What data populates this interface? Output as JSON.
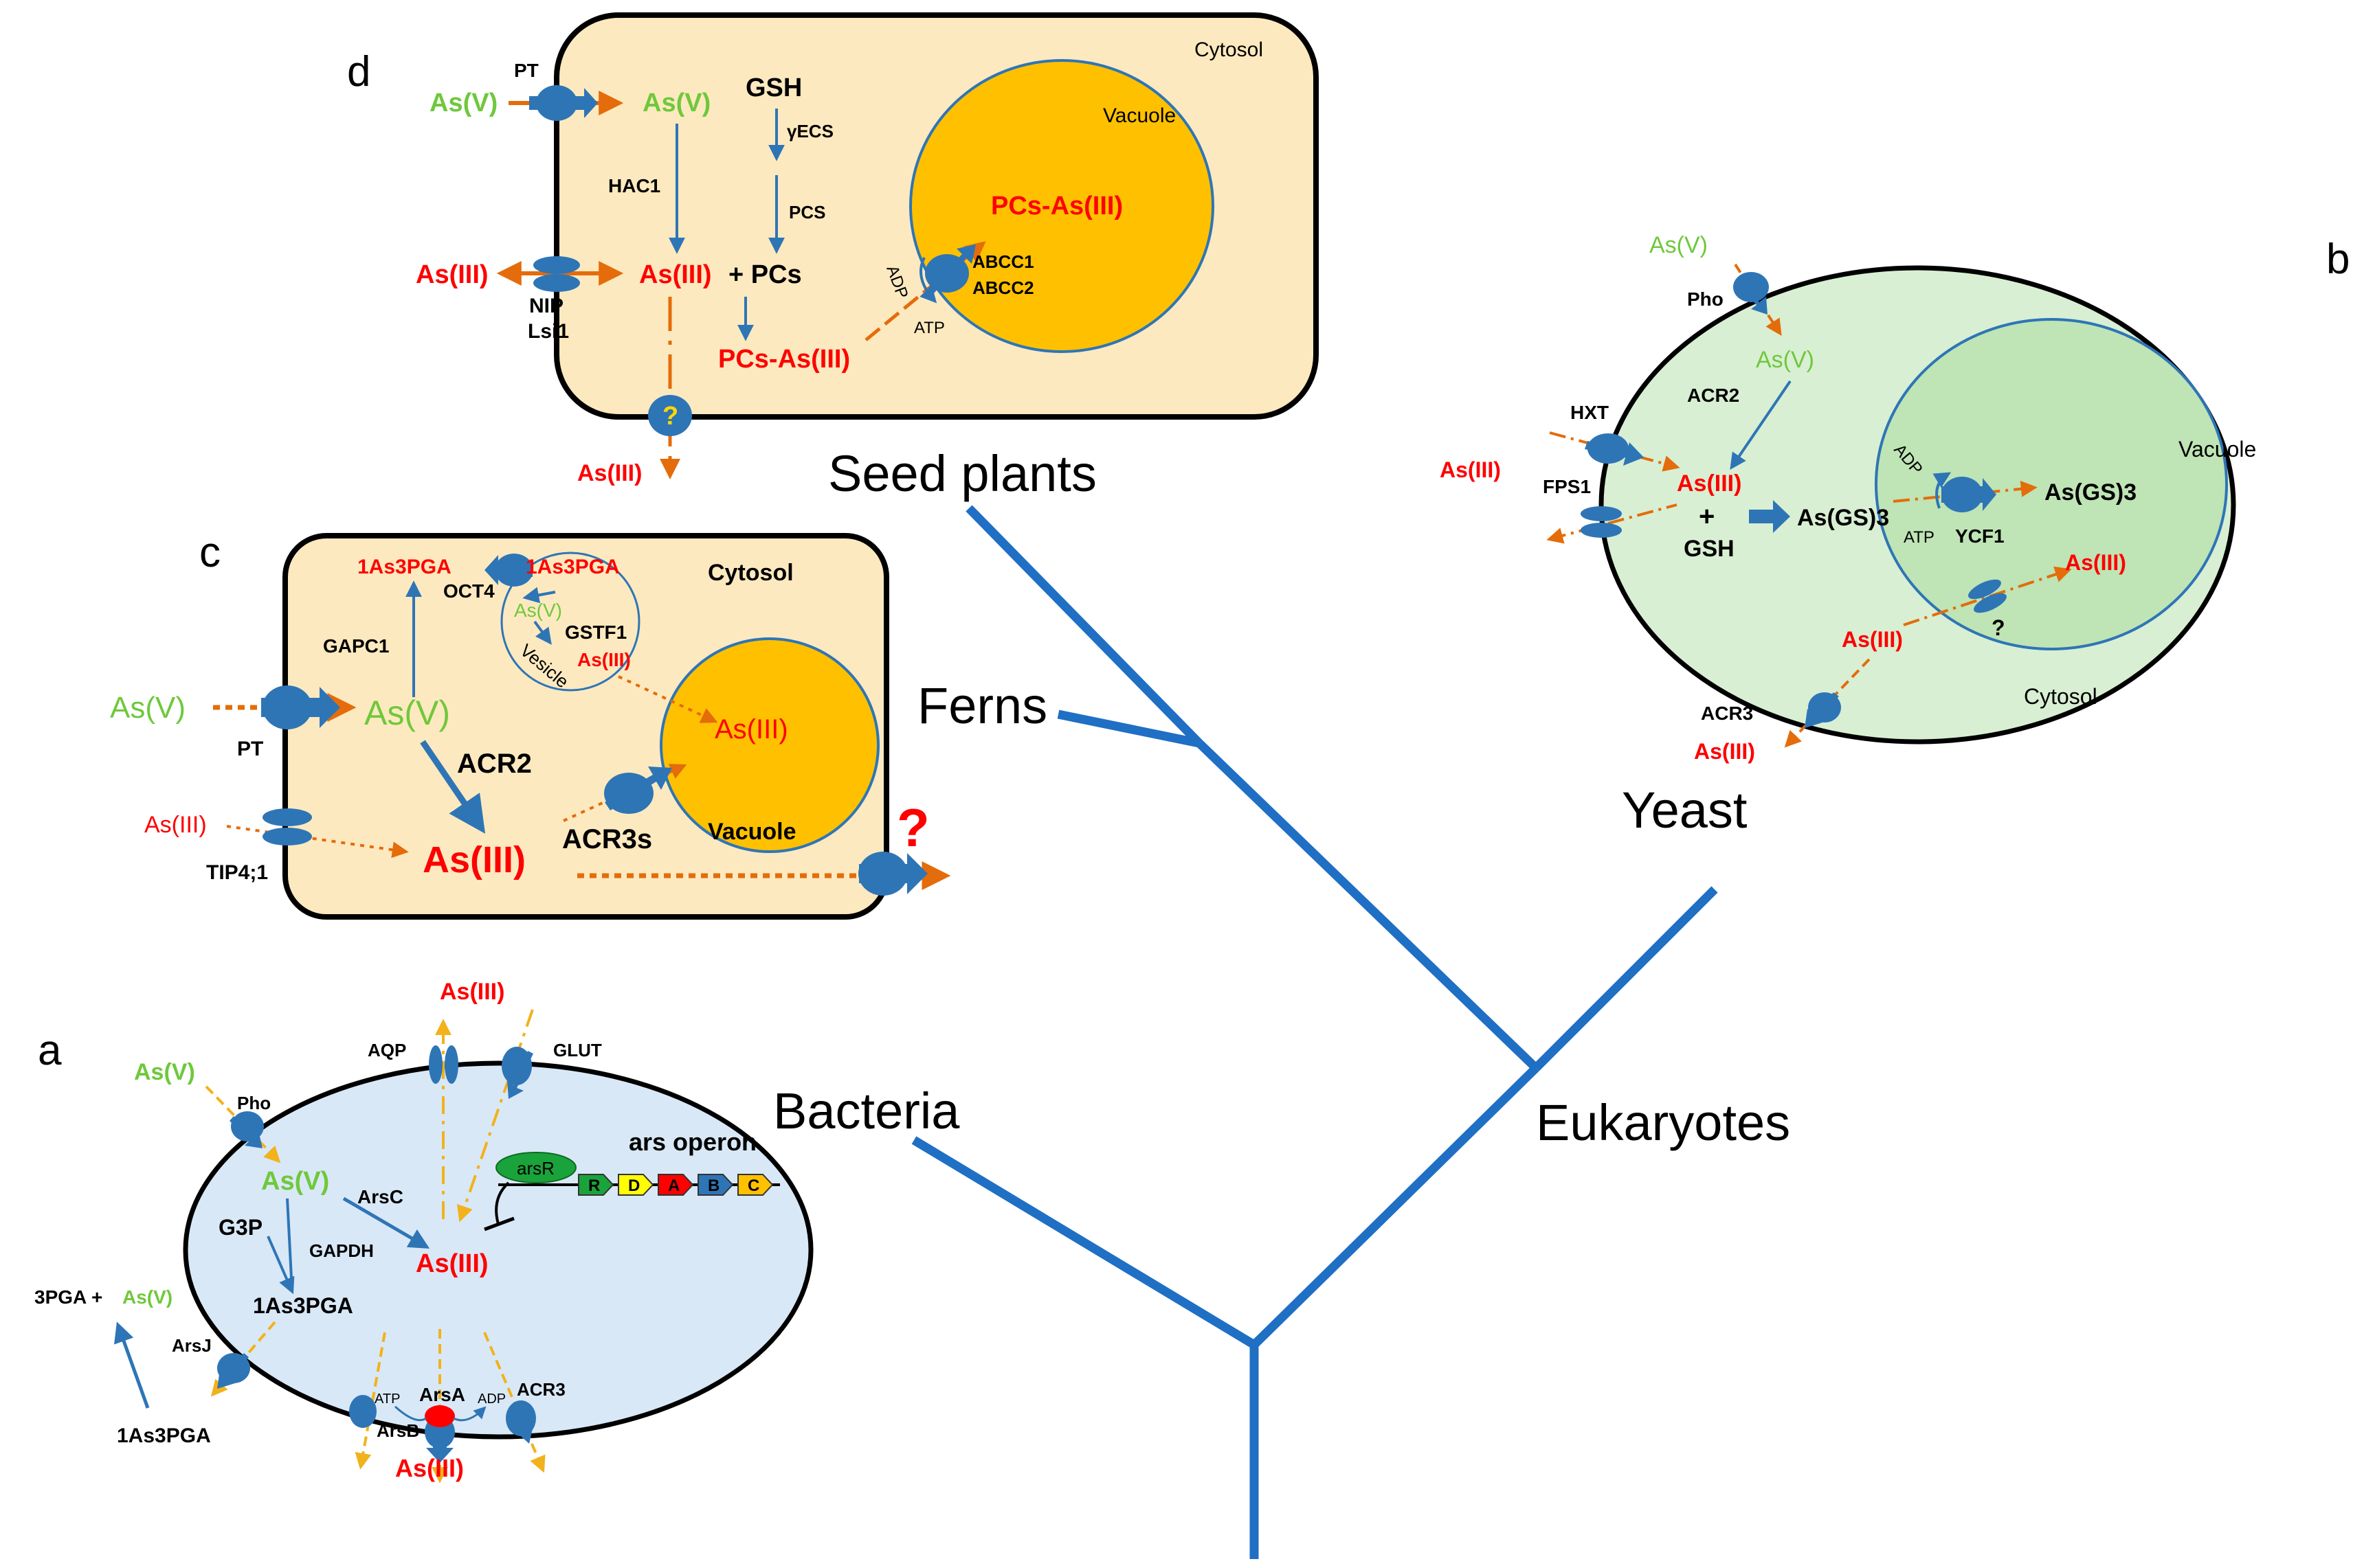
{
  "colors": {
    "tree": "#1f6fc4",
    "protein": "#2e75b6",
    "arsenate": "#6fc83c",
    "arsenite": "#ff0000",
    "orange_arrow": "#e46c0a",
    "yellow_arrow": "#f2b21c",
    "plant_cell": "#fde9bf",
    "vacuole": "#ffc000",
    "yeast_cell": "#d8efd3",
    "yeast_vacuole": "#bfe4b5",
    "bacteria_cell": "#d9e8f6"
  },
  "tree": {
    "labels": {
      "seed_plants": "Seed plants",
      "ferns": "Ferns",
      "yeast": "Yeast",
      "eukaryotes": "Eukaryotes",
      "bacteria": "Bacteria"
    }
  },
  "panel_d": {
    "letter": "d",
    "compartment": "Cytosol",
    "vacuole": "Vacuole",
    "pt": "PT",
    "as_v_out": "As(V)",
    "as_v_in": "As(V)",
    "gsh": "GSH",
    "gamma_ecs": "γECS",
    "pcs": "PCS",
    "hac1": "HAC1",
    "as_iii_out": "As(III)",
    "as_iii_plus": "As(III)",
    "plus_pcs": "+ PCs",
    "pcs_as_cyt": "PCs-As(III)",
    "pcs_as_vac": "PCs-As(III)",
    "nip": "NIP",
    "lsi1": "Lsi1",
    "adp": "ADP",
    "atp": "ATP",
    "abcc1": "ABCC1",
    "abcc2": "ABCC2",
    "question": "?",
    "as_iii_efflux": "As(III)"
  },
  "panel_c": {
    "letter": "c",
    "compartment": "Cytosol",
    "vacuole_label": "Vacuole",
    "as3pga_out": "1As3PGA",
    "as3pga_in": "1As3PGA",
    "oct4": "OCT4",
    "as_v_vesicle": "As(V)",
    "gstf1": "GSTF1",
    "as_iii_vesicle": "As(III)",
    "vesicle": "Vesicle",
    "gapc1": "GAPC1",
    "as_v_out": "As(V)",
    "as_v_in": "As(V)",
    "pt": "PT",
    "acr2": "ACR2",
    "as_iii_vac": "As(III)",
    "as_iii_out": "As(III)",
    "as_iii_big": "As(III)",
    "tip": "TIP4;1",
    "acr3s": "ACR3s",
    "question": "?"
  },
  "panel_b": {
    "letter": "b",
    "as_v_out": "As(V)",
    "pho": "Pho",
    "as_v_in": "As(V)",
    "acr2": "ACR2",
    "hxt": "HXT",
    "fps1": "FPS1",
    "as_iii_out": "As(III)",
    "as_iii_in": "As(III)",
    "plus": "+",
    "gsh": "GSH",
    "asgs3_cyt": "As(GS)3",
    "adp": "ADP",
    "atp": "ATP",
    "ycf1": "YCF1",
    "asgs3_vac": "As(GS)3",
    "vacuole": "Vacuole",
    "as_iii_vac": "As(III)",
    "question": "?",
    "as_iii_cyt": "As(III)",
    "compartment": "Cytosol",
    "acr3": "ACR3",
    "as_iii_efflux": "As(III)"
  },
  "panel_a": {
    "letter": "a",
    "as_iii_top": "As(III)",
    "aqp": "AQP",
    "glut": "GLUT",
    "as_v_out": "As(V)",
    "pho": "Pho",
    "as_v_in": "As(V)",
    "arsc": "ArsC",
    "g3p": "G3P",
    "gapdh": "GAPDH",
    "as_iii_center": "As(III)",
    "pga_plus": "3PGA +",
    "pga_as_v": "As(V)",
    "as3pga_in": "1As3PGA",
    "arsj": "ArsJ",
    "as3pga_out": "1As3PGA",
    "atp": "ATP",
    "arsa": "ArsA",
    "adp": "ADP",
    "arsb": "ArsB",
    "acr3": "ACR3",
    "as_iii_bottom": "As(III)",
    "operon_title": "ars operon",
    "arsr": "arsR",
    "genes": [
      "R",
      "D",
      "A",
      "B",
      "C"
    ]
  }
}
